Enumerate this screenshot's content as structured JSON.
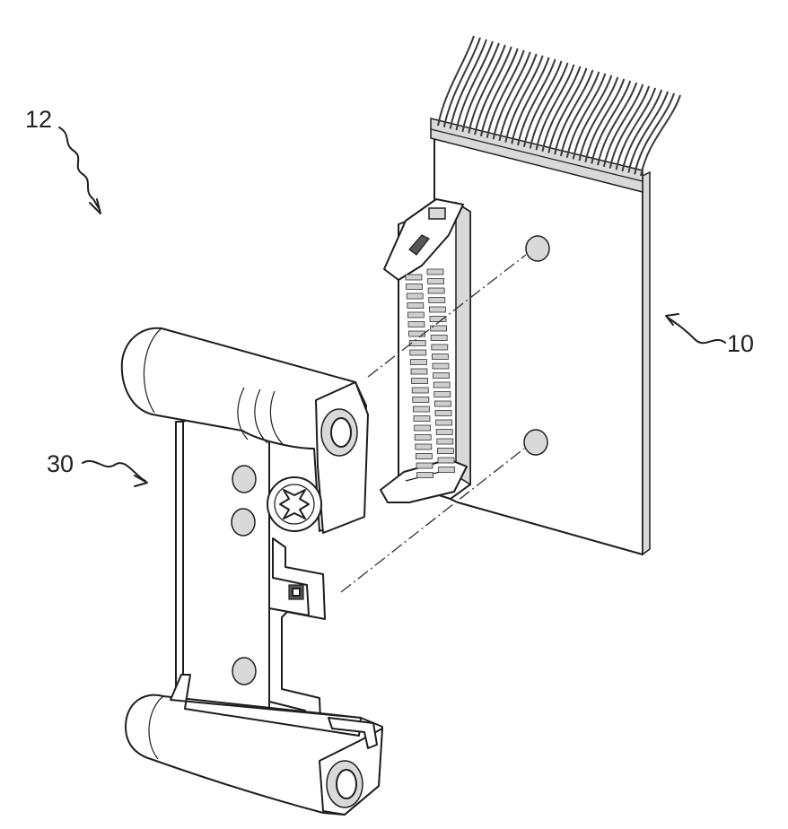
{
  "figure": {
    "labels": {
      "assembly": "12",
      "circuit_board": "10",
      "holder": "30"
    }
  },
  "colors": {
    "line": "#1e1e1e",
    "shade": "#d9d9d9",
    "background": "#ffffff"
  }
}
